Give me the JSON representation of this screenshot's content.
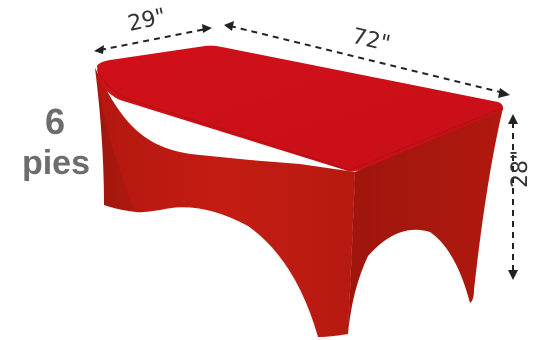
{
  "product": {
    "size_number": "6",
    "size_unit": "pies",
    "color": "#c41a12"
  },
  "dimensions": {
    "depth": "29\"",
    "length": "72\"",
    "height": "28\""
  },
  "colors": {
    "label_gray": "#6d6d6d",
    "dim_text": "#333333",
    "arrow": "#222222",
    "cloth_top": "#cf1018",
    "cloth_front": "#c01a12",
    "cloth_side": "#a8180e"
  }
}
